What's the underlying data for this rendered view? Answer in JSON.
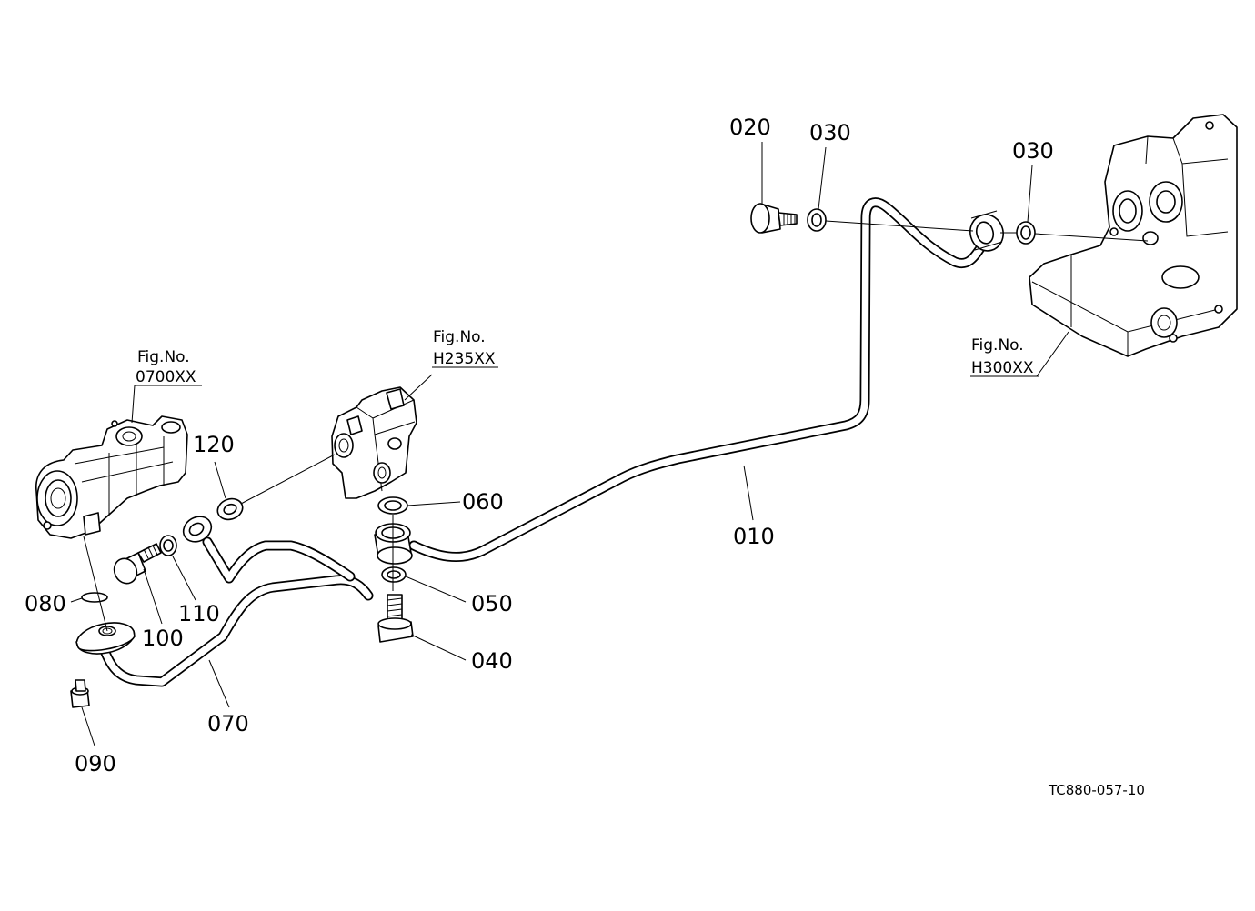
{
  "parts": {
    "p010": "010",
    "p020": "020",
    "p030a": "030",
    "p030b": "030",
    "p040": "040",
    "p050": "050",
    "p060": "060",
    "p070": "070",
    "p080": "080",
    "p090": "090",
    "p100": "100",
    "p110": "110",
    "p120": "120"
  },
  "figures": {
    "pump": {
      "line1": "Fig.No.",
      "line2": "0700XX"
    },
    "valve": {
      "line1": "Fig.No.",
      "line2": "H235XX"
    },
    "housing": {
      "line1": "Fig.No.",
      "line2": "H300XX"
    }
  },
  "drawing_code": "TC880-057-10"
}
